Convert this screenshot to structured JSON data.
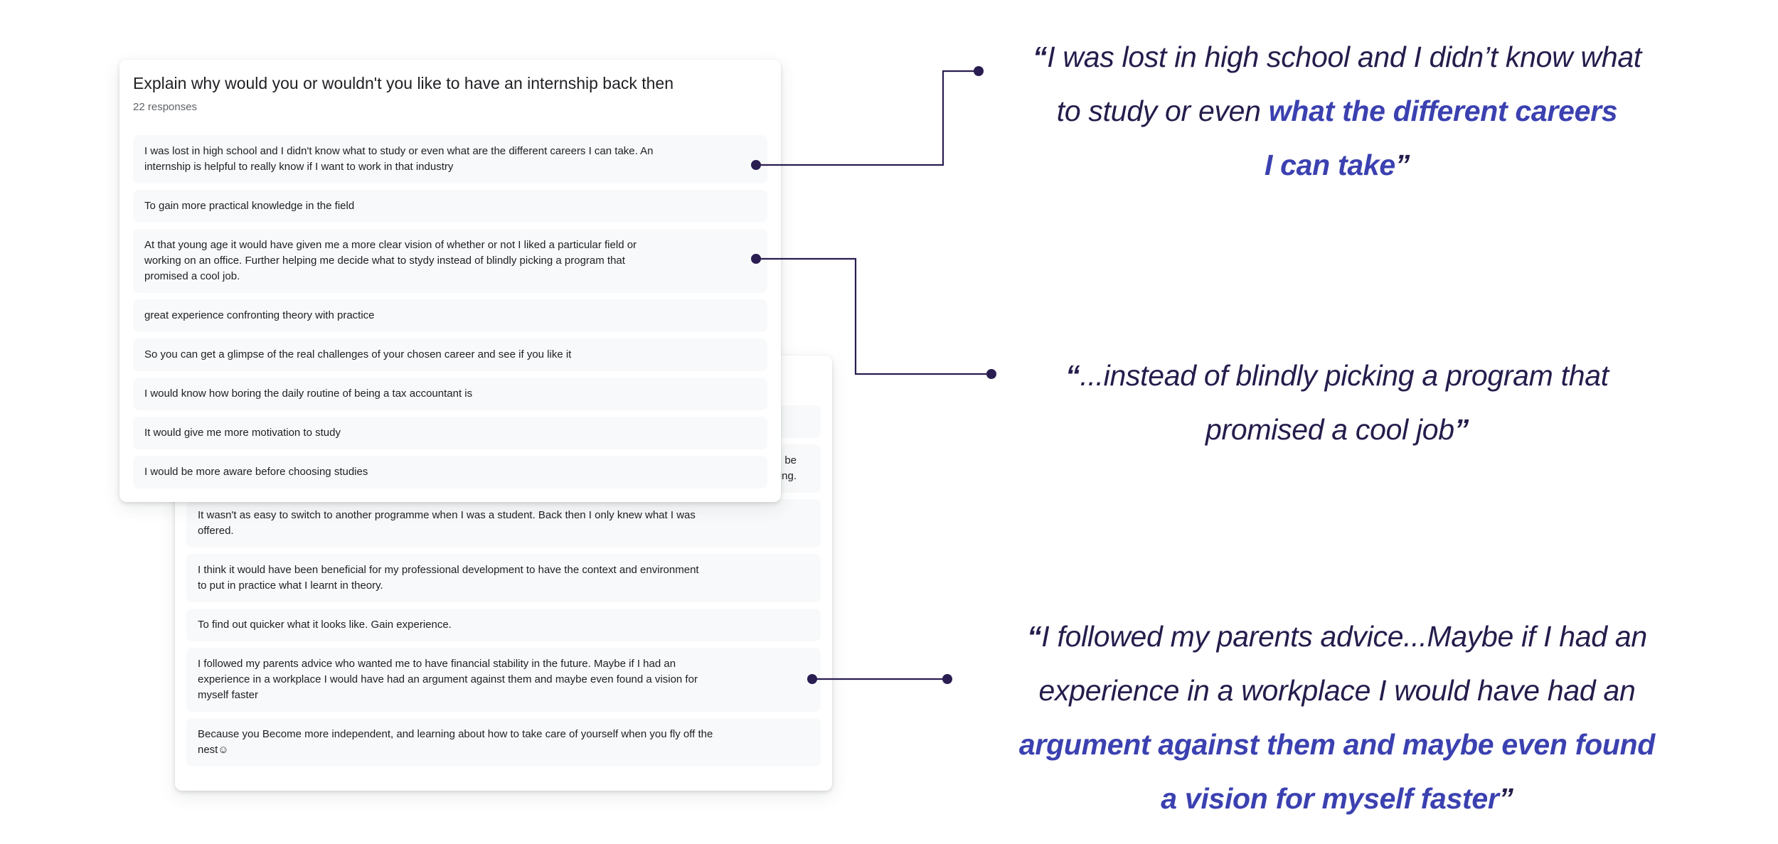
{
  "colors": {
    "page_background": "#ffffff",
    "card_background": "#ffffff",
    "row_background": "#f8f9fa",
    "response_text": "#202124",
    "muted_text": "#5f6368",
    "quote_text": "#241d4c",
    "quote_highlight": "#3b41b0",
    "connector": "#2a1d52"
  },
  "card1": {
    "title": "Explain why would you or wouldn't you like to have an internship back then",
    "count_label": "22 responses",
    "responses": [
      "I was lost in high school and I didn't know what to study or even what are the different careers I can take. An\ninternship is helpful to really know if I want to work in that industry",
      "To gain more practical knowledge in the field",
      "At that young age it would have given me a more clear vision of whether or not I liked a particular field or\nworking on an office. Further helping me decide what to stydy instead of blindly picking a program that\npromised a cool job.",
      "great experience confronting theory with practice",
      "So you can get a glimpse of the real challenges of your chosen career and see if you like it",
      "I would know how boring the daily routine of being a tax accountant is",
      "It would give me more motivation to study",
      "I would be more aware before choosing studies"
    ]
  },
  "card2": {
    "partial_response_visible": "be\ning.",
    "responses": [
      "It wasn't as easy to switch to another programme when I was a student. Back then I only knew what I was\noffered.",
      "I think it would have been beneficial for my professional development to have the context and environment\nto put in practice what I learnt in theory.",
      "To find out quicker what it looks like. Gain experience.",
      "I followed my parents advice who wanted me to have financial stability in the future. Maybe if I had an\nexperience in a workplace I would have had an argument against them and maybe even found a vision for\nmyself faster",
      "Because you Become more independent, and learning about how to take care of yourself when you fly off the\nnest☺"
    ]
  },
  "quotes": {
    "q1": {
      "open": "“",
      "line1": "I was lost in high school and I didn’t know what",
      "line2_normal": "to study or even ",
      "line2_highlight": "what the different careers",
      "line3_highlight": "I can take",
      "close": "”"
    },
    "q2": {
      "open": "“",
      "line1": "...instead of blindly picking a program that",
      "line2": "promised a cool job",
      "close": "”"
    },
    "q3": {
      "open": "“",
      "line1": "I followed my parents advice...Maybe if I had an",
      "line2": "experience in a workplace I would have had an",
      "line3_highlight": "argument against them and maybe even found",
      "line4_highlight": "a vision for myself faster",
      "close": "”"
    }
  }
}
